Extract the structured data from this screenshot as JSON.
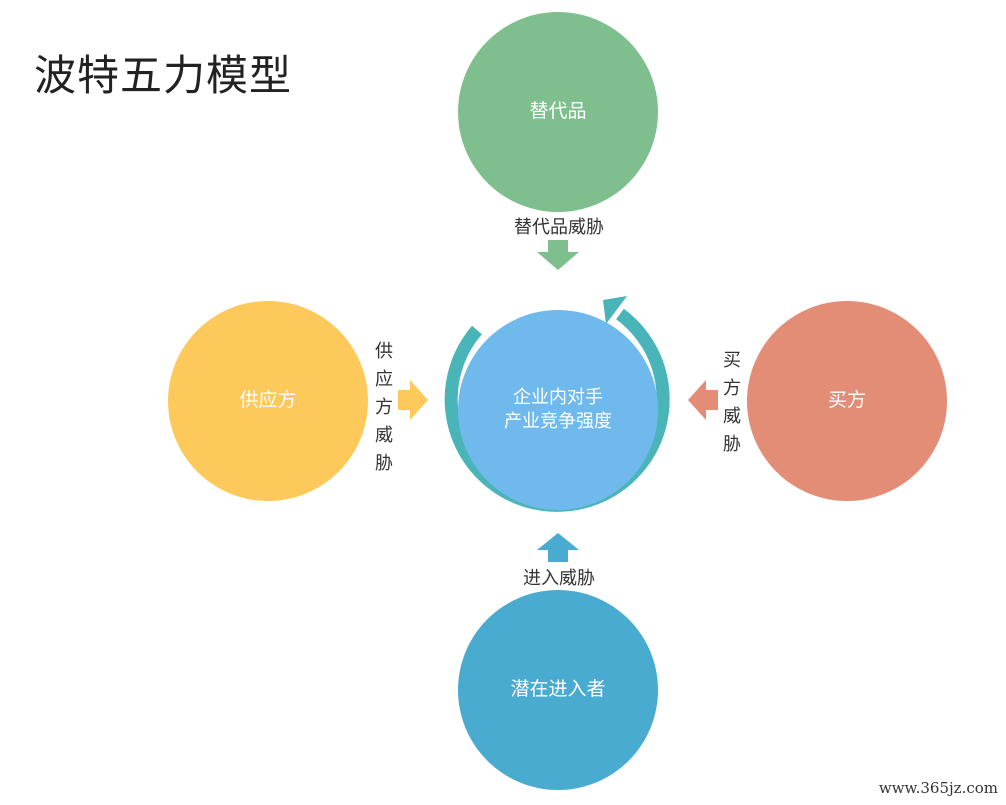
{
  "title": "波特五力模型",
  "nodes": {
    "top": {
      "text": "替代品",
      "color": "#7fbf8e"
    },
    "left": {
      "text": "供应方",
      "color": "#fdc95a"
    },
    "right": {
      "text": "买方",
      "color": "#e38c76"
    },
    "bottom": {
      "text": "潜在进入者",
      "color": "#4aabd0"
    },
    "center": {
      "line1": "企业内对手",
      "line2": "产业竞争强度",
      "color": "#6fb9ec",
      "ring_color": "#49b5b8"
    }
  },
  "threats": {
    "top": {
      "text": "替代品威胁",
      "color": "#7fbf8e"
    },
    "left": {
      "text": "供应方威胁",
      "color": "#fdc95a"
    },
    "right": {
      "text": "买方威胁",
      "color": "#e38c76"
    },
    "bottom": {
      "text": "进入威胁",
      "color": "#4aabd0"
    }
  },
  "watermark": "www.365jz.com"
}
